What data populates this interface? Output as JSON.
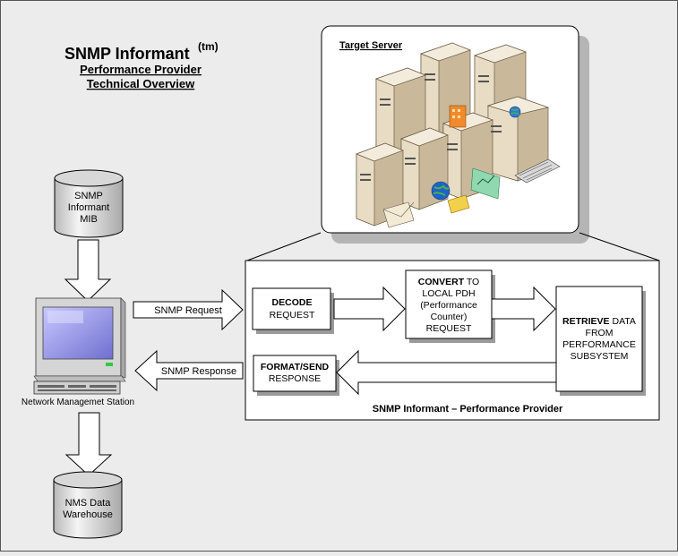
{
  "title": {
    "main": "SNMP Informant",
    "superscript": "(tm)",
    "line2": "Performance Provider",
    "line3": "Technical Overview"
  },
  "target_server": {
    "label": "Target Server"
  },
  "mib_db": {
    "lines": [
      "SNMP",
      "Informant",
      "MIB"
    ]
  },
  "nms_db": {
    "lines": [
      "NMS Data",
      "Warehouse"
    ]
  },
  "workstation": {
    "label": "Network Managemet Station"
  },
  "arrows": {
    "request": "SNMP Request",
    "response": "SNMP Response"
  },
  "provider": {
    "caption": "SNMP Informant – Performance Provider",
    "decode": {
      "bold": "DECODE",
      "rest": "REQUEST"
    },
    "convert": {
      "bold": "CONVERT",
      "line1_rest": " TO",
      "lines": [
        "LOCAL PDH",
        "(Performance",
        "Counter)",
        "REQUEST"
      ]
    },
    "retrieve": {
      "bold": "RETRIEVE",
      "line1_rest": " DATA",
      "lines": [
        "FROM",
        "PERFORMANCE",
        "SUBSYSTEM"
      ]
    },
    "format": {
      "bold": "FORMAT/SEND",
      "rest": "RESPONSE"
    }
  },
  "colors": {
    "background": "#ececec",
    "monitor_screen": "#8a8ad8",
    "server_tan": "#e8dcc4",
    "server_side": "#c9b89a"
  }
}
